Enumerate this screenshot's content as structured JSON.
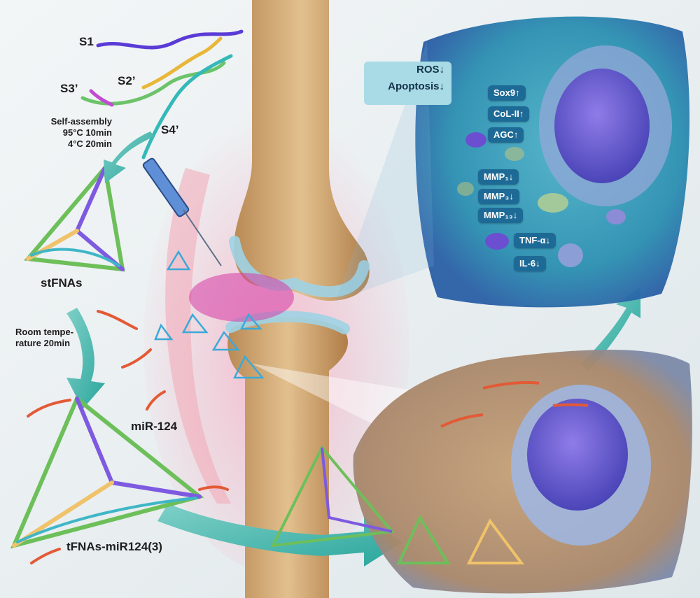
{
  "strands": {
    "s1": "S1",
    "s2": "S2’",
    "s3": "S3’",
    "s4": "S4’"
  },
  "assembly": {
    "line1": "Self-assembly",
    "line2": "95°C 10min",
    "line3": "4°C 20min"
  },
  "stfnas_label": "stFNAs",
  "incubation": {
    "line1": "Room tempe-",
    "line2": "rature 20min"
  },
  "mir_label": "miR-124",
  "complex_label": "tFNAs-miR124(3)",
  "ros_box": {
    "ros": "ROS↓",
    "apoptosis": "Apoptosis↓"
  },
  "markers": {
    "sox9": "Sox9↑",
    "col2": "CoL-II↑",
    "agc": "AGC↑",
    "mmp1": "MMP₁↓",
    "mmp3": "MMP₃↓",
    "mmp13": "MMP₁₃↓",
    "tnfa": "TNF-α↓",
    "il6": "IL-6↓"
  }
}
